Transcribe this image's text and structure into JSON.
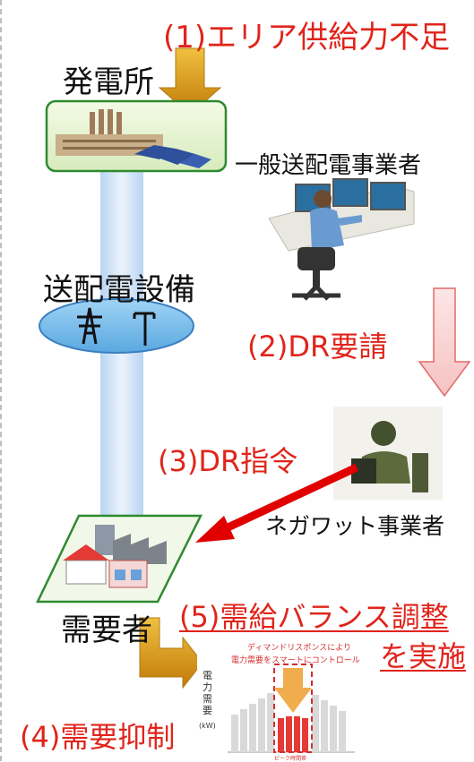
{
  "steps": {
    "s1": "(1)エリア供給力不足",
    "s2": "(2)DR要請",
    "s3": "(3)DR指令",
    "s4": "(4)需要抑制",
    "s5_line1": "(5)需給バランス調整",
    "s5_line2": "を実施"
  },
  "nodes": {
    "power_plant": "発電所",
    "grid_operator": "一般送配電事業者",
    "transmission": "送配電設備",
    "negawatt": "ネガワット事業者",
    "consumer": "需要者"
  },
  "mini_chart": {
    "caption_line1": "ディマンドリスポンスにより",
    "caption_line2": "電力需要をスマートにコントロール",
    "ylabel": "電力需要",
    "unit": "(kW)",
    "xlabel": "ピーク時間帯"
  },
  "colors": {
    "accent_red": "#e0241b",
    "gold_arrow": "#d99a16",
    "pink_arrow": "#f9d6d6",
    "light_blue": "#cfe3f6"
  }
}
